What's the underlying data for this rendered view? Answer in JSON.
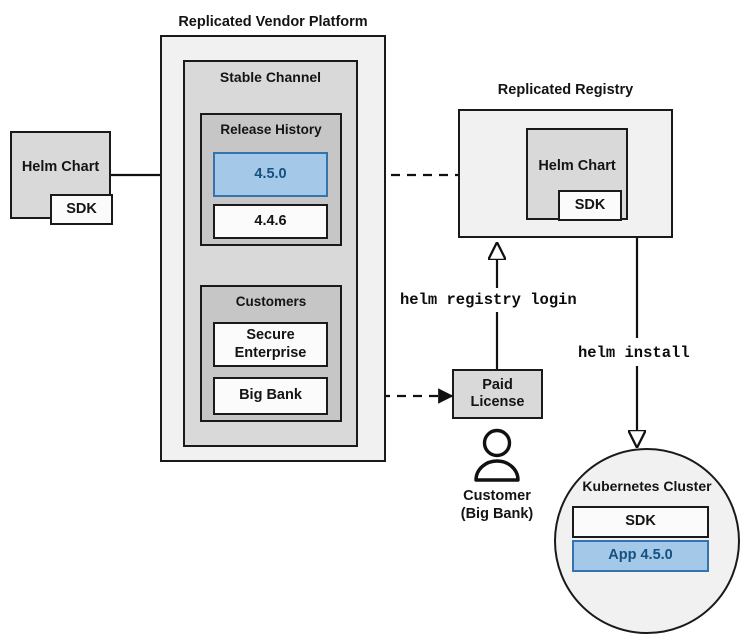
{
  "diagram": {
    "title": "Replicated Vendor Platform distribution flow",
    "colors": {
      "accent_blue_fill": "#a4c8e8",
      "accent_blue_border": "#3573ac",
      "accent_blue_text": "#15507f",
      "stroke": "#1a1a1a",
      "fill_light": "#f1f1f1",
      "fill_mid": "#d9d9d9",
      "fill_dark": "#c6c6c6",
      "fill_white": "#fbfbfb"
    }
  },
  "source_chart": {
    "title": "Helm Chart",
    "sdk_label": "SDK"
  },
  "vendor_platform": {
    "title": "Replicated Vendor Platform",
    "stable_channel": {
      "title": "Stable Channel",
      "release_history": {
        "title": "Release History",
        "releases": [
          {
            "version": "4.5.0",
            "highlighted": true
          },
          {
            "version": "4.4.6",
            "highlighted": false
          }
        ]
      },
      "customers": {
        "title": "Customers",
        "entries": [
          {
            "name": "Secure\nEnterprise",
            "line1": "Secure",
            "line2": "Enterprise"
          },
          {
            "name": "Big Bank",
            "line1": "Big Bank",
            "line2": ""
          }
        ]
      }
    }
  },
  "registry": {
    "title": "Replicated Registry",
    "chart": {
      "title": "Helm Chart",
      "sdk_label": "SDK"
    }
  },
  "license": {
    "line1": "Paid",
    "line2": "License"
  },
  "customer_actor": {
    "line1": "Customer",
    "line2": "(Big Bank)",
    "icon": "person-icon"
  },
  "cluster": {
    "title": "Kubernetes Cluster",
    "components": [
      {
        "label": "SDK",
        "highlighted": false
      },
      {
        "label": "App 4.5.0",
        "highlighted": true
      }
    ]
  },
  "commands": {
    "registry_login": "helm registry login",
    "install": "helm install"
  }
}
